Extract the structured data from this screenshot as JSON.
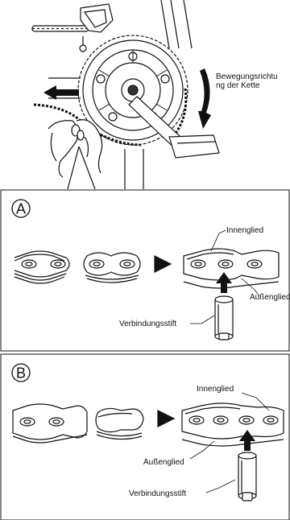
{
  "top": {
    "direction_label_line1": "Bewegungsrichtu",
    "direction_label_line2": "ng der Kette"
  },
  "panel_a": {
    "marker": "A",
    "inner_link_label": "Innenglied",
    "outer_link_label": "Außenglied",
    "pin_label": "Verbindungsstift"
  },
  "panel_b": {
    "marker": "B",
    "inner_link_label": "Innenglied",
    "outer_link_label": "Außenglied",
    "pin_label": "Verbindungsstift"
  }
}
